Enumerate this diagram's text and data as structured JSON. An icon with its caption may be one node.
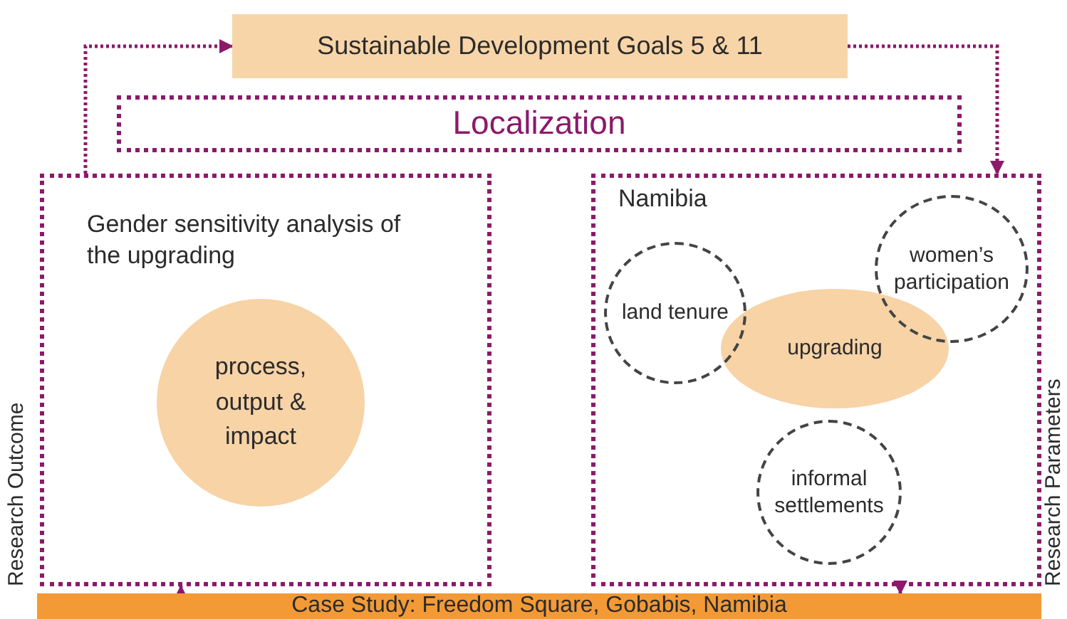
{
  "diagram": {
    "nodes": [
      {
        "text": [
          "Sustainable Development Goals 5 & 11"
        ]
      },
      {
        "text": [
          "Localization"
        ]
      },
      {
        "text": [
          "Gender sensitivity analysis of the upgrading"
        ],
        "beside": [
          "Research Outcome"
        ]
      },
      {
        "text": [
          "process, output & impact"
        ],
        "in": 2
      },
      {
        "text": [
          "Namibia"
        ],
        "beside": [
          "Research Parameters"
        ]
      },
      {
        "text": [
          "land tenure"
        ],
        "in": 4
      },
      {
        "text": [
          "upgrading"
        ],
        "in": 4
      },
      {
        "text": [
          "women’s participation"
        ],
        "in": 4
      },
      {
        "text": [
          "informal settlements"
        ],
        "in": 4
      },
      {
        "text": [
          "Case Study: Freedom Square, Gobabis, Namibia"
        ]
      }
    ],
    "edges": [
      {
        "from": 2,
        "to": 0,
        "arrow": "to"
      },
      {
        "from": 0,
        "to": 4,
        "arrow": "to"
      },
      {
        "from": 9,
        "to": 2,
        "arrow": "to"
      },
      {
        "from": 4,
        "to": 9,
        "arrow": "to"
      }
    ]
  }
}
